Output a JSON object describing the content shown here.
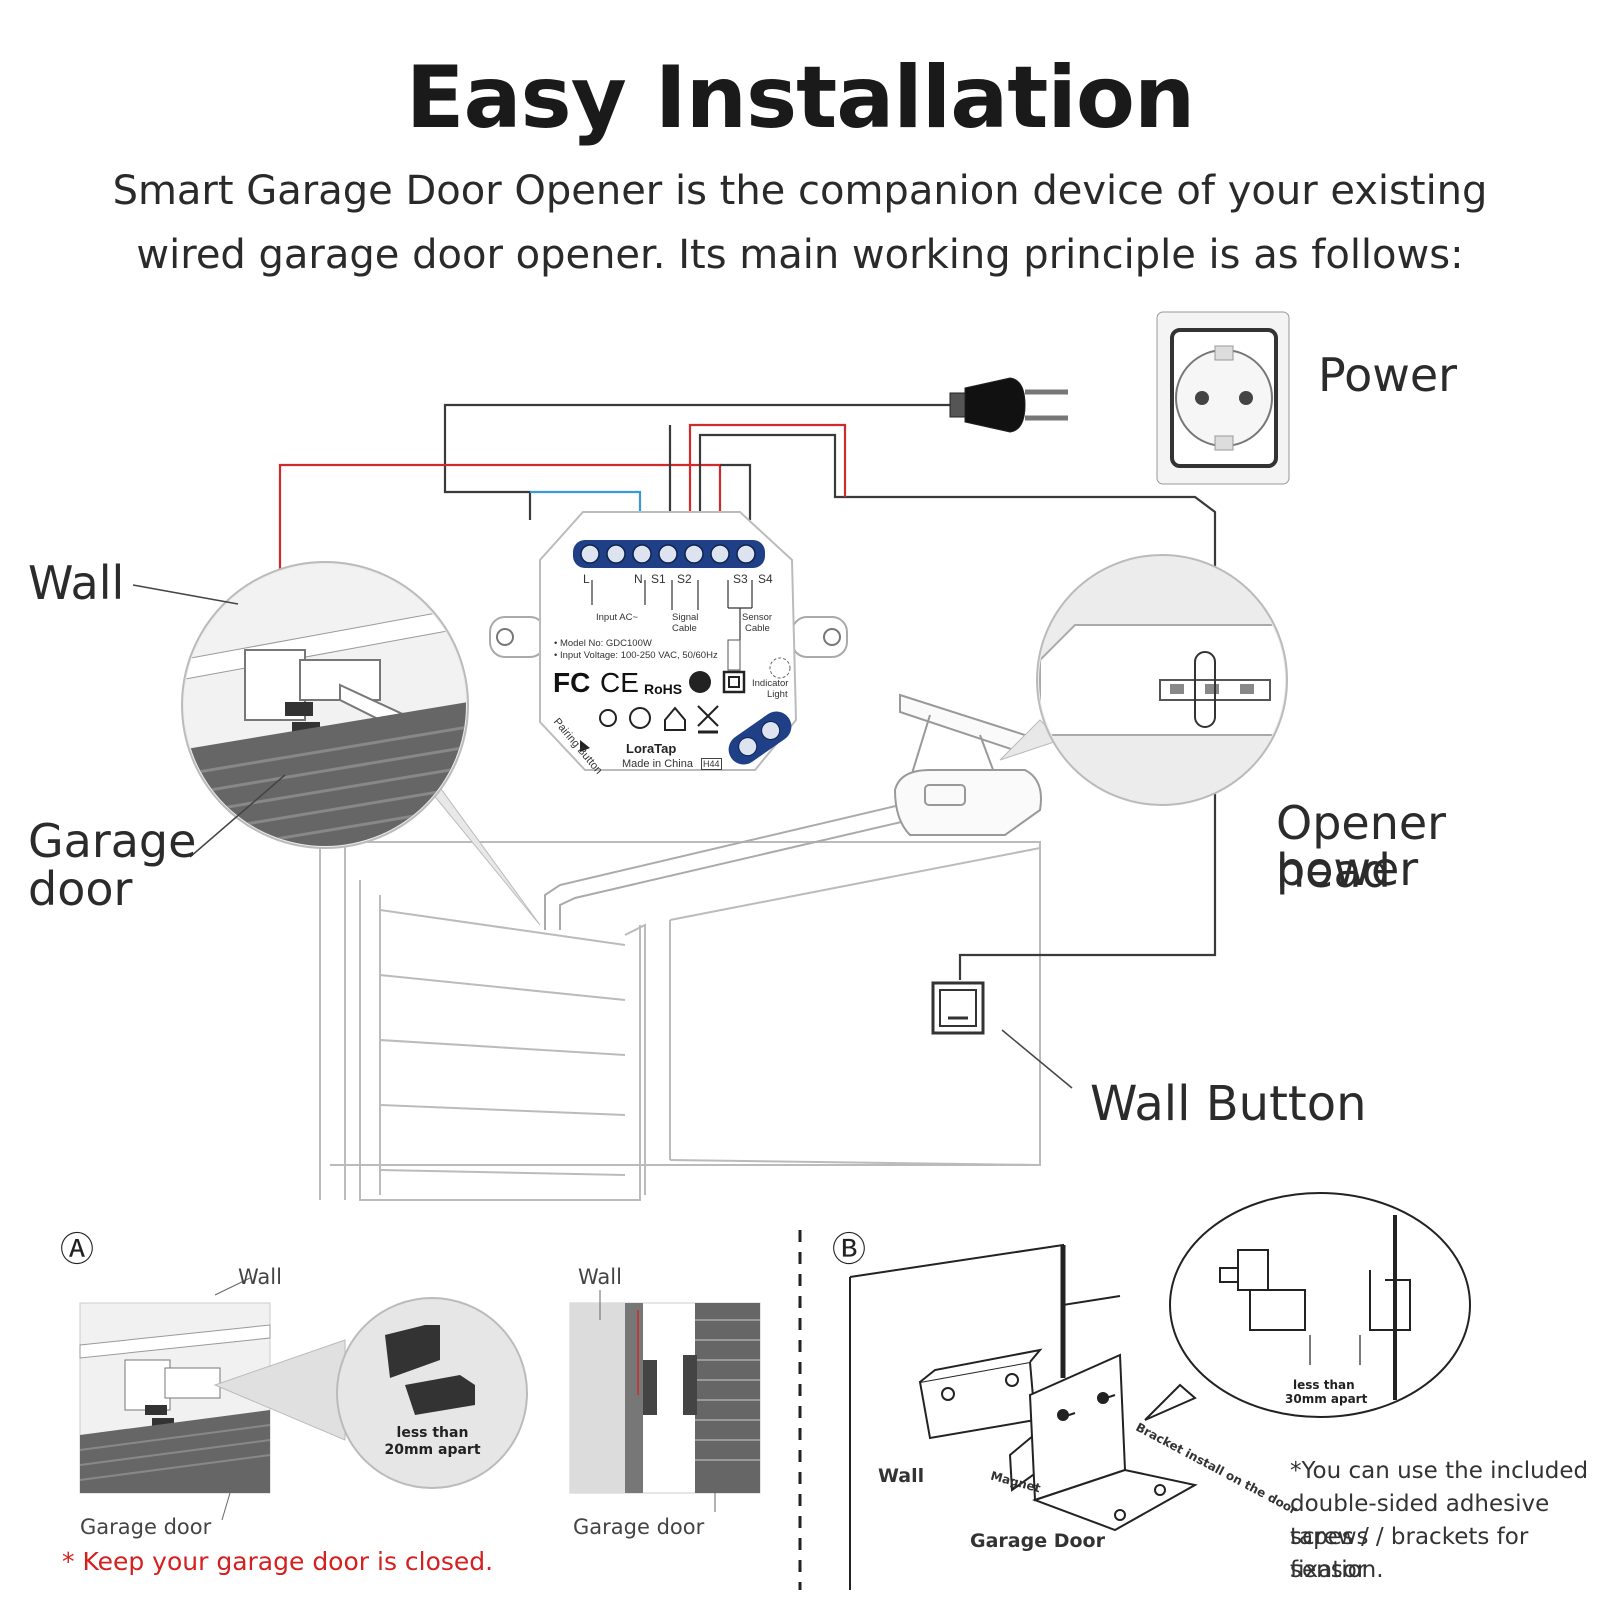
{
  "title": "Easy Installation",
  "intro": {
    "line1": "Smart Garage Door Opener is the companion device of your existing",
    "line2": "wired garage door opener. Its main working principle is as follows:"
  },
  "labels": {
    "power": "Power",
    "wall": "Wall",
    "garage_door_line1": "Garage",
    "garage_door_line2": "door",
    "opener_line1": "Opener power",
    "opener_line2": "head",
    "wall_button": "Wall Button"
  },
  "module": {
    "terminals": [
      "L",
      "N",
      "S1",
      "S2",
      "S3",
      "S4"
    ],
    "input_ac": "Input AC~",
    "signal_cable_1": "Signal",
    "signal_cable_2": "Cable",
    "sensor_cable_1": "Sensor",
    "sensor_cable_2": "Cable",
    "model": "• Model No: GDC100W",
    "voltage": "• Input Voltage: 100-250 VAC, 50/60Hz",
    "indicator_1": "Indicator",
    "indicator_2": "Light",
    "pairing": "Pairing Button",
    "brand": "LoraTap",
    "made_in": "Made in China",
    "rohs": "RoHS",
    "fc": "FC",
    "ce": "CE",
    "h44": "H44"
  },
  "section_a": {
    "marker": "Ⓐ",
    "wall_left": "Wall",
    "wall_right": "Wall",
    "gap_line1": "less than",
    "gap_line2": "20mm apart",
    "garage_left": "Garage door",
    "garage_right": "Garage door",
    "warning": "* Keep your garage door is closed."
  },
  "section_b": {
    "marker": "Ⓑ",
    "wall": "Wall",
    "magnet": "Magnet",
    "bracket": "Bracket install on the door",
    "garage_door": "Garage Door",
    "gap_line1": "less than",
    "gap_line2": "30mm apart",
    "note_line1": "*You can use the included",
    "note_line2": "double-sided adhesive tapes /",
    "note_line3": "screws / brackets for sensor",
    "note_line4": "fixation."
  },
  "colors": {
    "wire_red": "#d12a2a",
    "wire_blue": "#3a9ad8",
    "wire_dark": "#333333",
    "terminal_blue": "#1f3f86",
    "warning_red": "#d62020"
  }
}
